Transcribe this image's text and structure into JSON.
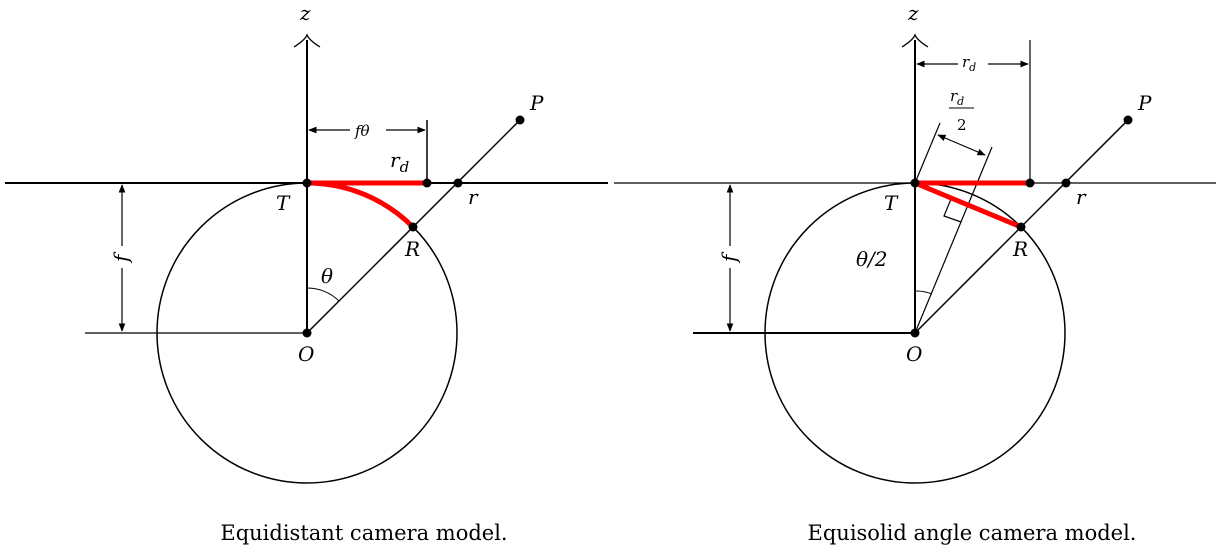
{
  "left": {
    "axis_label": "z",
    "tangent_label": "T",
    "origin_label": "O",
    "point_p_label": "P",
    "point_r_label": "R",
    "r_label": "r",
    "rd_label": "r",
    "rd_sub": "d",
    "angle_label": "θ",
    "f_label": "f",
    "ftheta_label": "fθ",
    "caption": "Equidistant camera model."
  },
  "right": {
    "axis_label": "z",
    "tangent_label": "T",
    "origin_label": "O",
    "point_p_label": "P",
    "point_r_label": "R",
    "r_label": "r",
    "rd_label": "r",
    "rd_sub": "d",
    "half_rd_num": "r",
    "half_rd_sub": "d",
    "half_rd_den": "2",
    "angle_label": "θ/2",
    "f_label": "f",
    "caption": "Equisolid angle camera model."
  },
  "colors": {
    "highlight": "#ff0000",
    "ink": "#000000"
  }
}
